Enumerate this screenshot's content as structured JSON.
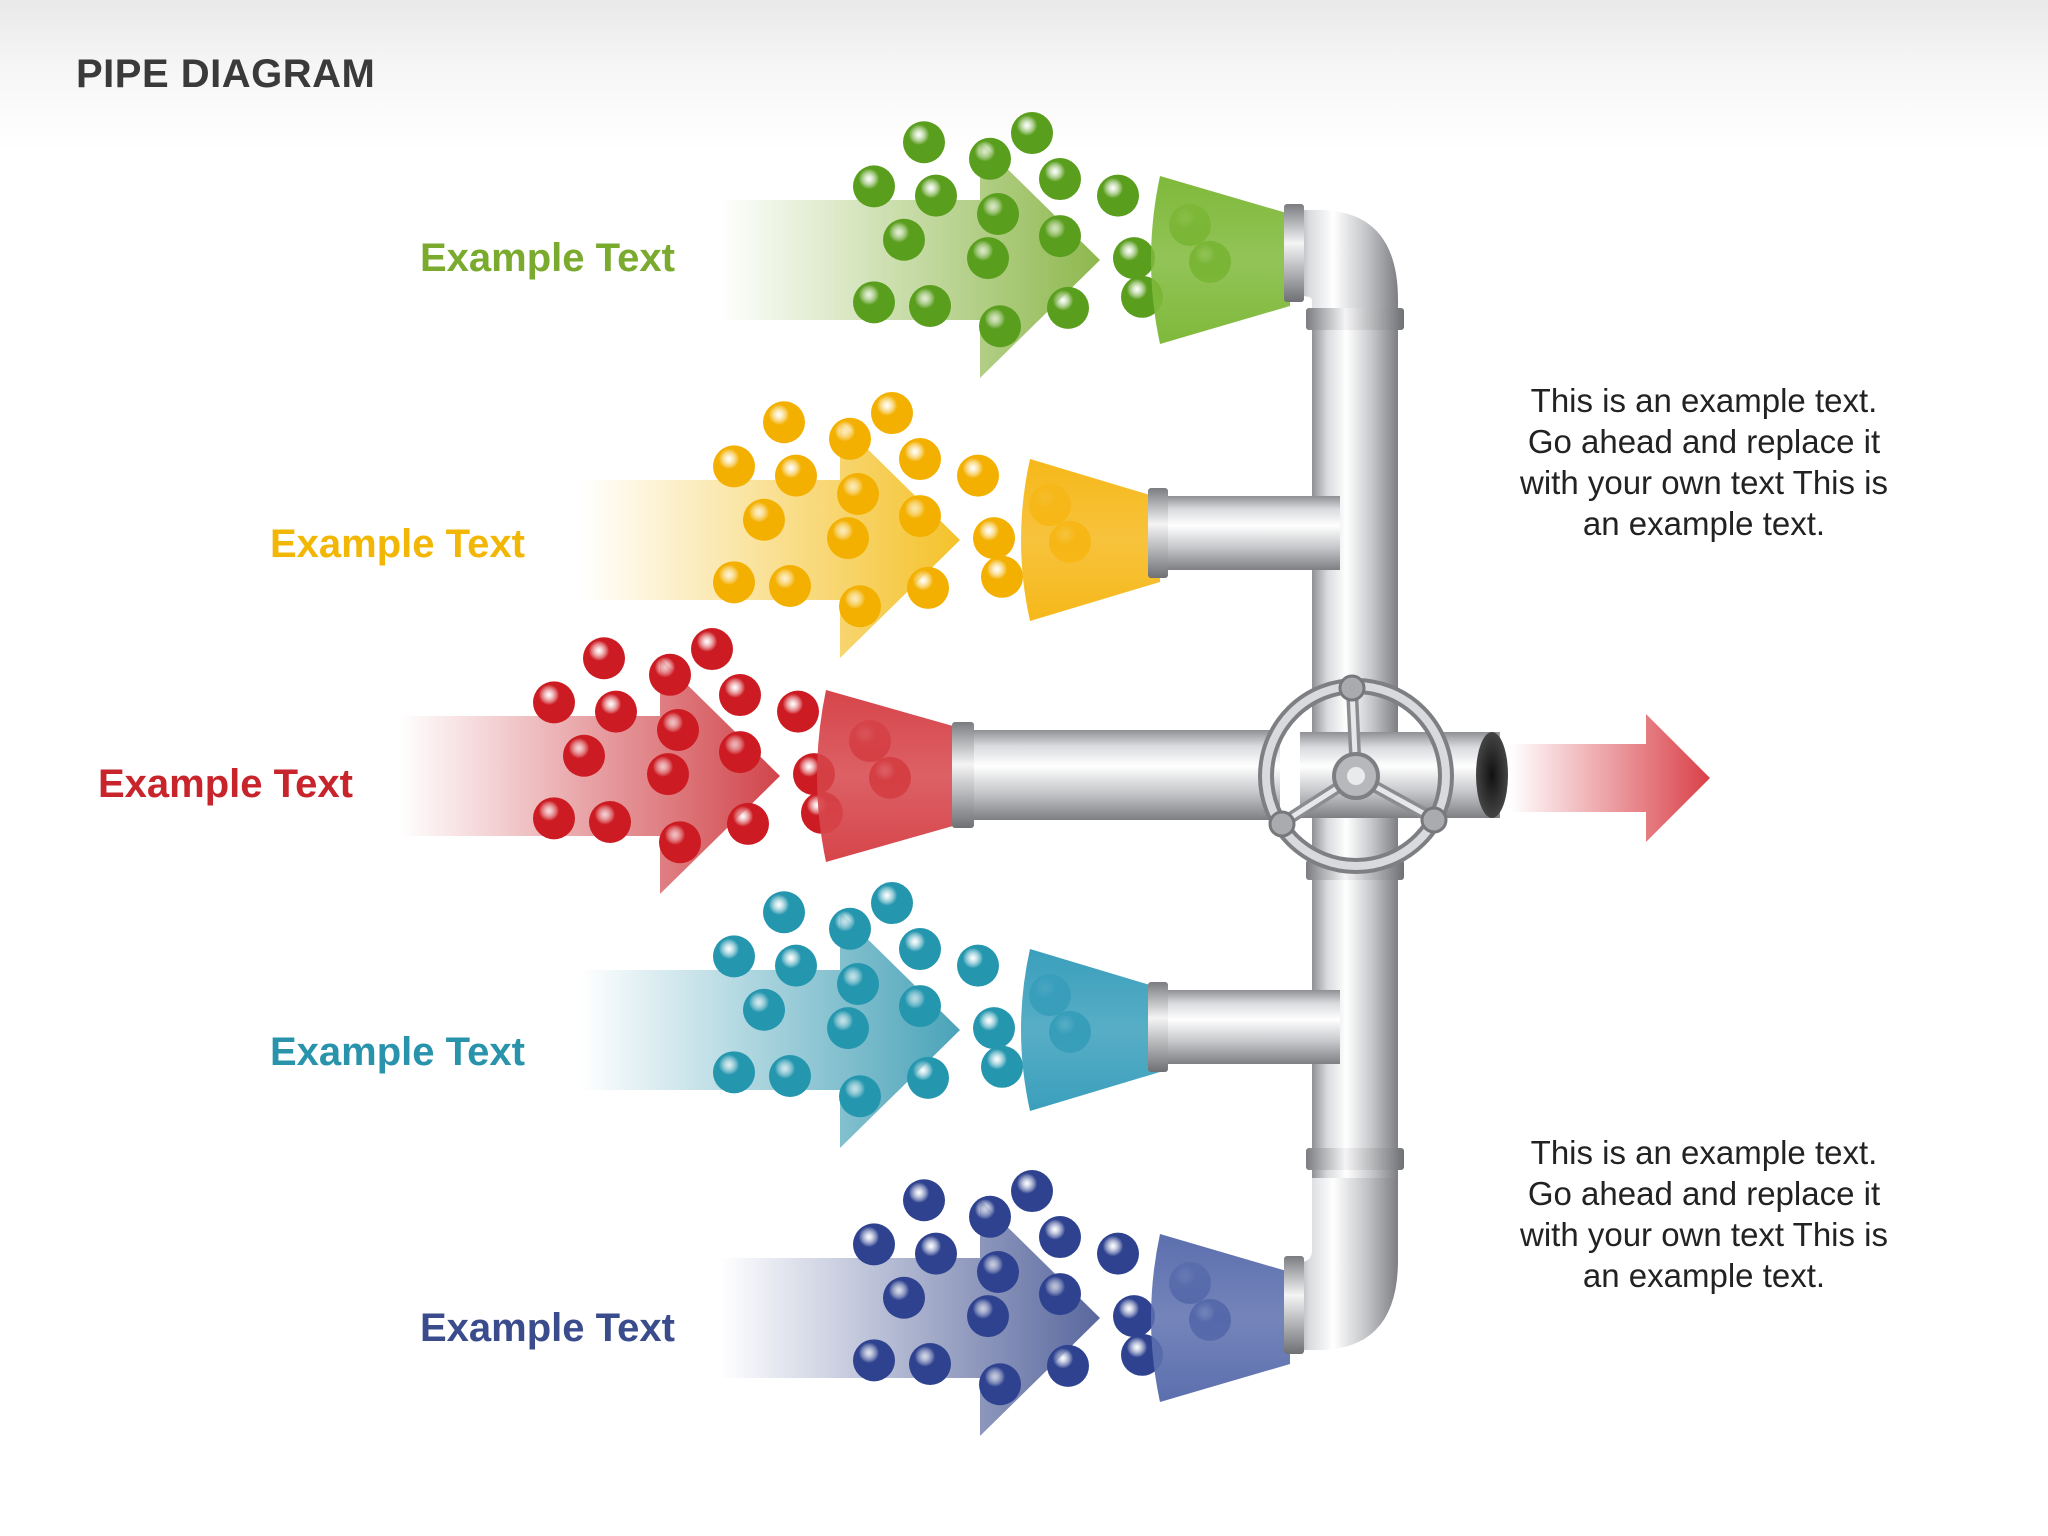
{
  "page": {
    "title": "PIPE DIAGRAM"
  },
  "colors": {
    "green": "#7aab2e",
    "yellow": "#f2b705",
    "red": "#c8242b",
    "teal": "#2a93ac",
    "blue": "#3b4c8c",
    "pipe": "#c9cbce",
    "note_text": "#222222"
  },
  "streams": [
    {
      "id": "green",
      "label": "Example Text",
      "color": "#7aab2e",
      "ball": "#5a9e1e",
      "funnel": "#7fb93a",
      "connection": "elbow-top"
    },
    {
      "id": "yellow",
      "label": "Example Text",
      "color": "#f2b705",
      "ball": "#f3b000",
      "funnel": "#f6b81a",
      "connection": "branch"
    },
    {
      "id": "red",
      "label": "Example Text",
      "color": "#c8242b",
      "ball": "#cc1b22",
      "funnel": "#d6454a",
      "connection": "main-valve"
    },
    {
      "id": "teal",
      "label": "Example Text",
      "color": "#2a93ac",
      "ball": "#2496ae",
      "funnel": "#3a9fbc",
      "connection": "branch"
    },
    {
      "id": "blue",
      "label": "Example Text",
      "color": "#3b4c8c",
      "ball": "#2e428f",
      "funnel": "#5c6fae",
      "connection": "elbow-bottom"
    }
  ],
  "notes": [
    {
      "lines": [
        "This is an example text.",
        "Go ahead and replace it",
        "with your own text This is",
        "an example text."
      ]
    },
    {
      "lines": [
        "This is an example text.",
        "Go ahead and replace it",
        "with your own text This is",
        "an example text."
      ]
    }
  ],
  "icons": {
    "valve": "valve-wheel-icon",
    "output": "output-arrow-icon"
  }
}
